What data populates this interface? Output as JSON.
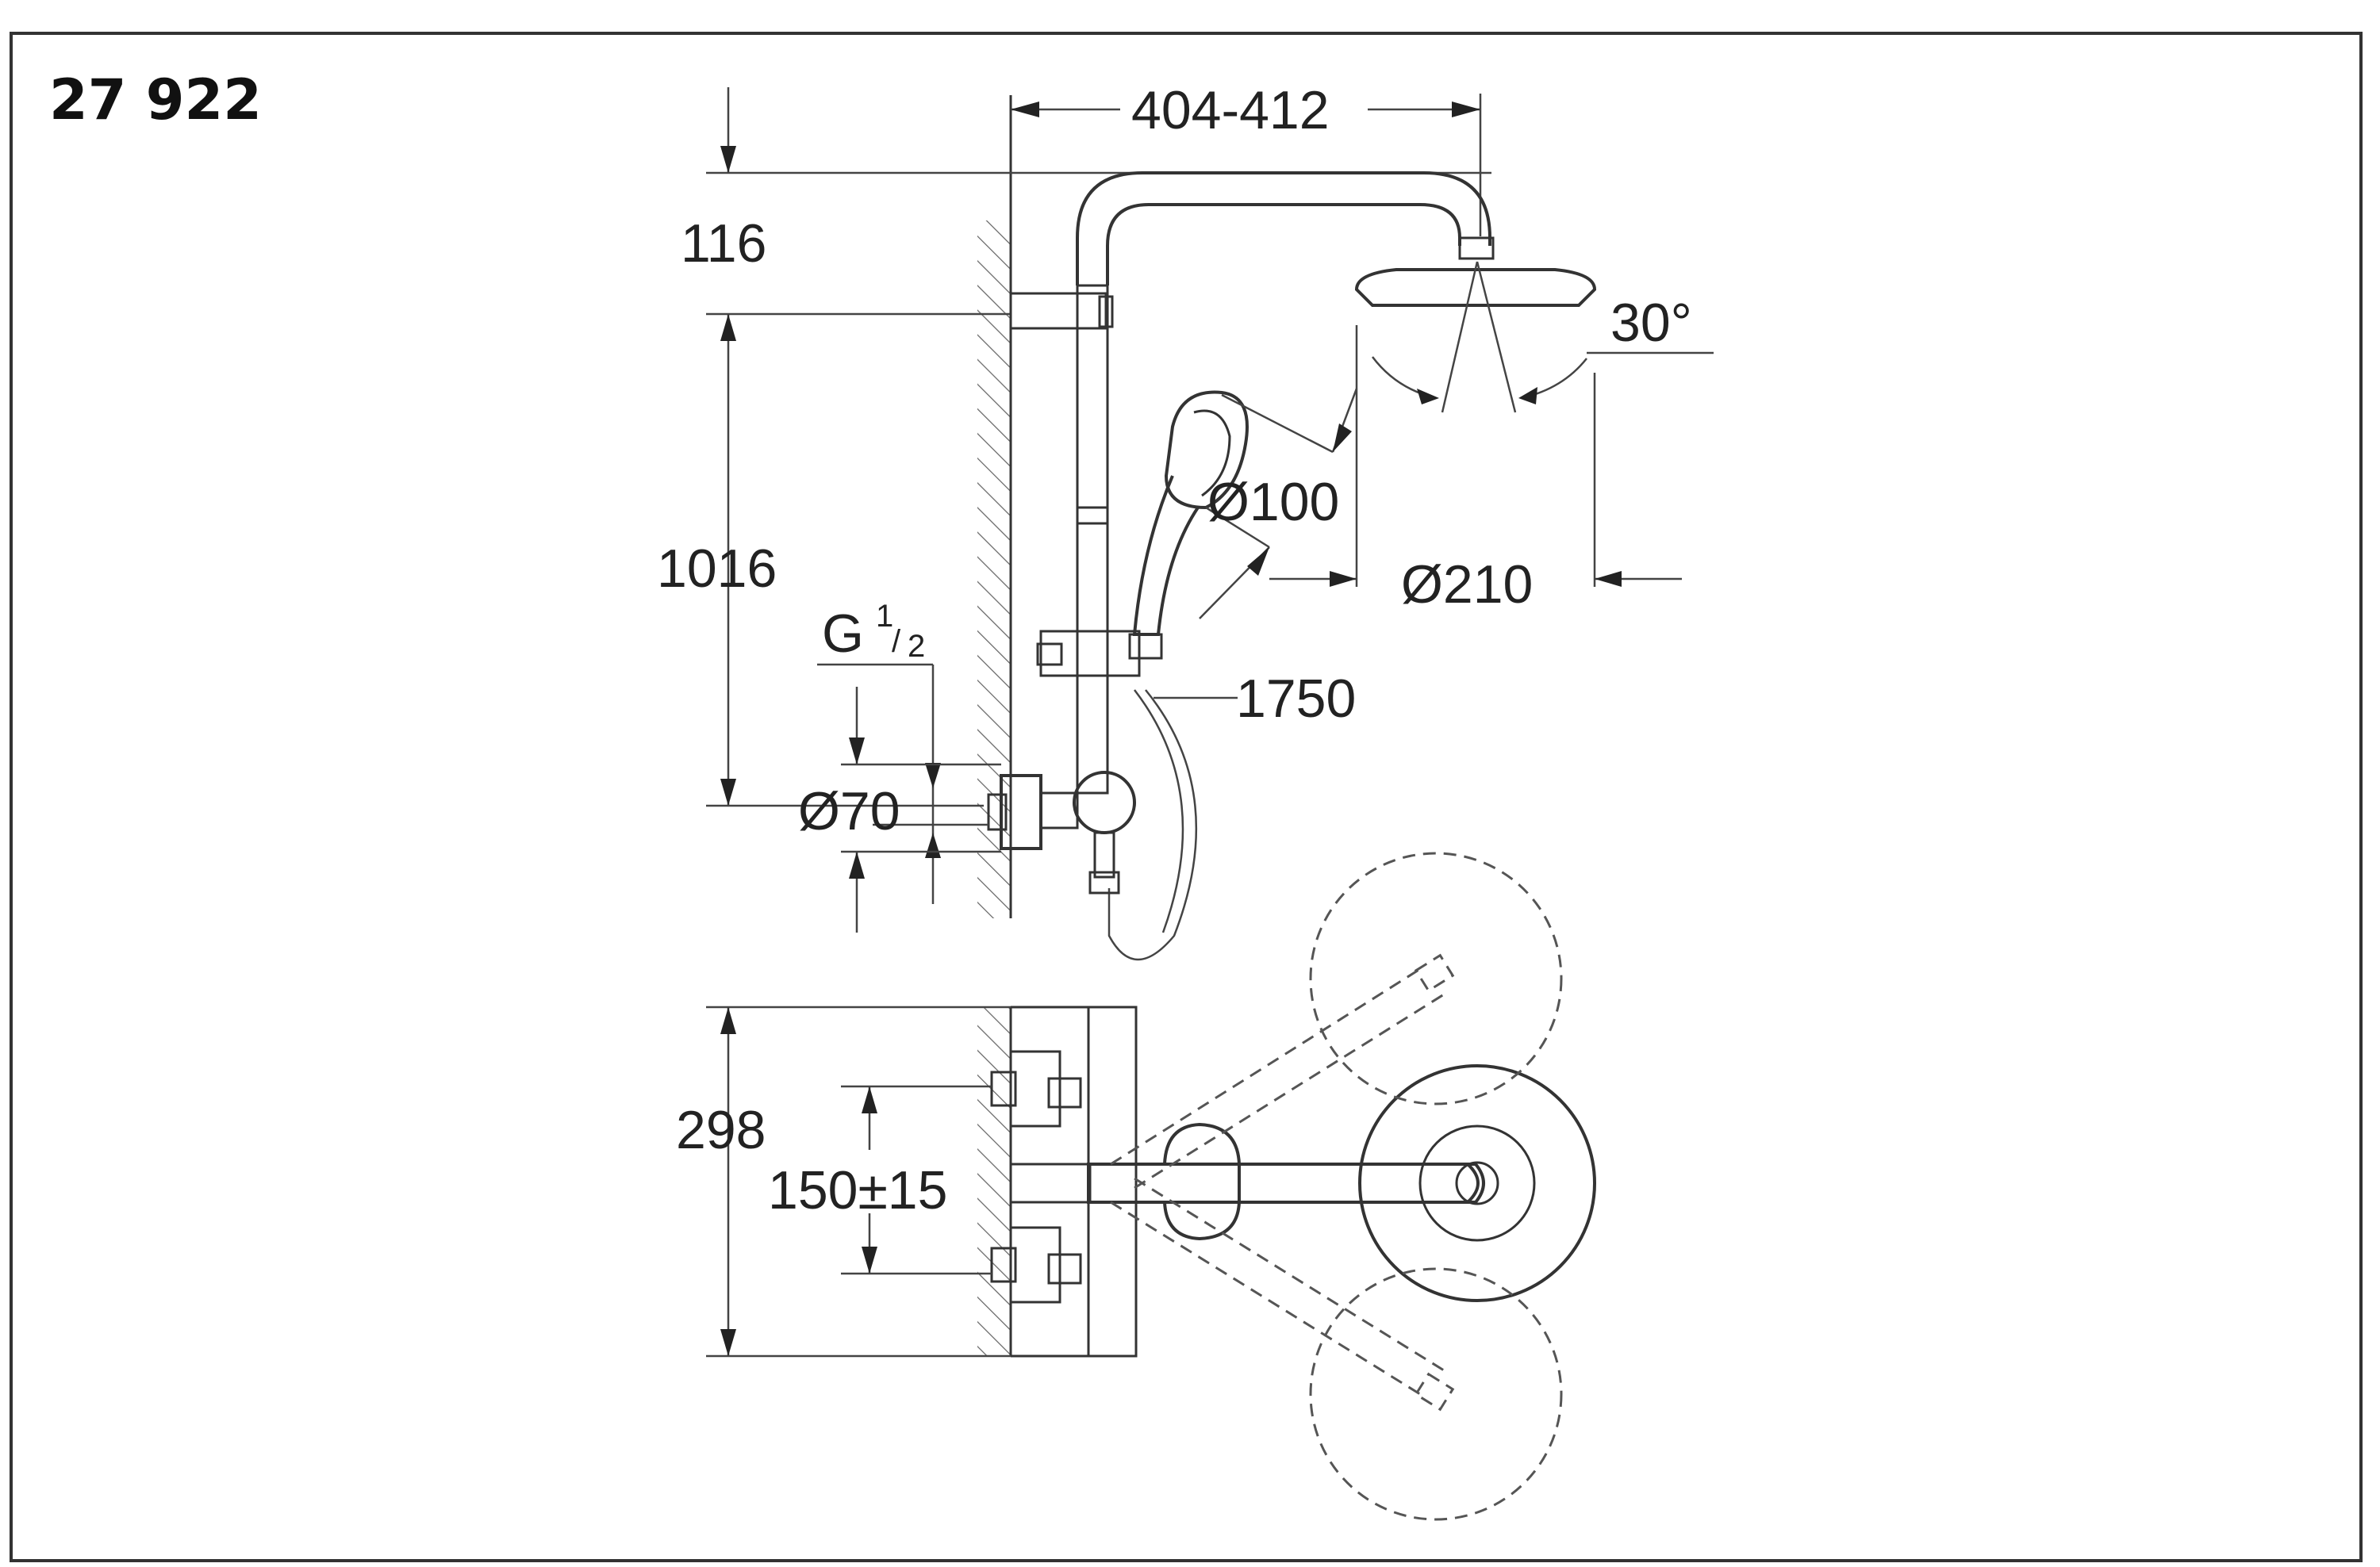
{
  "model_number": "27 922",
  "dimensions": {
    "top_width": "404-412",
    "top_offset": "116",
    "rail_height": "1016",
    "thread_prefix": "G",
    "thread_num": "1",
    "thread_den": "2",
    "rosette_diameter": "Ø70",
    "hand_shower_diameter": "Ø100",
    "head_shower_diameter": "Ø210",
    "tilt_angle": "30°",
    "hose_length": "1750",
    "plan_depth": "298",
    "inlet_spacing": "150±15"
  }
}
